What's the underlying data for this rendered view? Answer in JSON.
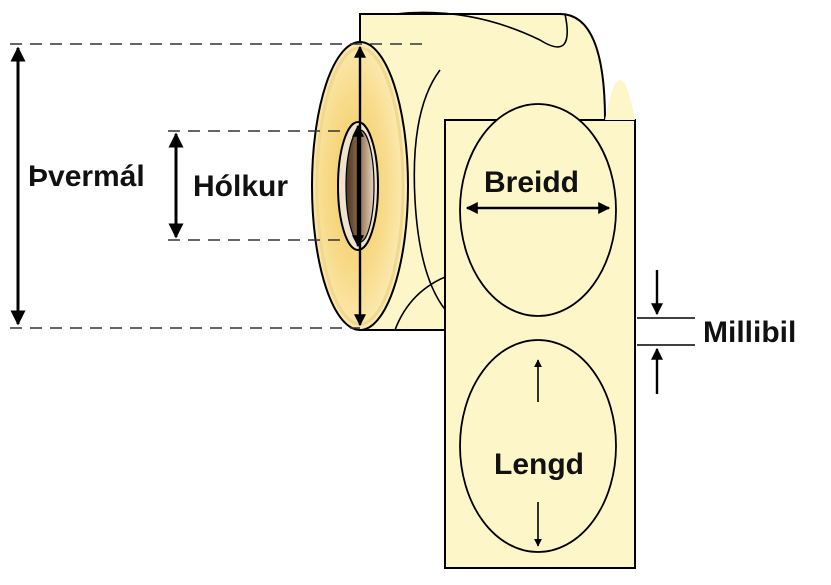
{
  "labels": {
    "diameter": "Þvermál",
    "core": "Hólkur",
    "width": "Breidd",
    "length": "Lengd",
    "gap": "Millibil"
  },
  "colors": {
    "paper": "#fdf6c9",
    "roll_side_outer": "#fbe9a6",
    "roll_side_inner": "#f5cf6e",
    "core_dark": "#6b4e35",
    "core_light": "#d8c3a8",
    "line": "#000000",
    "dash": "#333333"
  }
}
